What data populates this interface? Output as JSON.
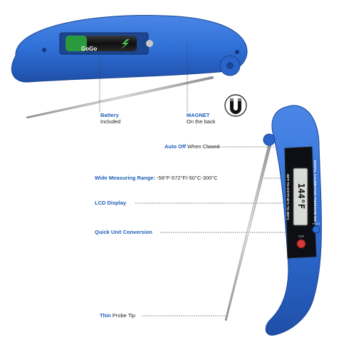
{
  "labels": {
    "battery": {
      "highlight": "Battery",
      "rest": "Included"
    },
    "magnet": {
      "highlight": "MAGNET",
      "rest": "On the back"
    },
    "auto_off": {
      "highlight": "Auto Off",
      "rest": "When Closed"
    },
    "range": {
      "highlight": "Wide  Measuring Range:",
      "rest": "-58°F-572°F/-50°C-300°C"
    },
    "lcd": {
      "highlight": "LCD Display"
    },
    "unit": {
      "highlight": "Quick Unit Conversion"
    },
    "probe": {
      "highlight": "Thin",
      "rest": "Probe Tip"
    }
  },
  "device": {
    "side_text": "DIGITAL CALIBRATION THERMOMETER",
    "range_text": "-58°F TO 572°F/-50°C TO 300°C",
    "display_reading": "144",
    "display_unit": "°F",
    "button_label": "°C/°F",
    "hold_label": "HOLD"
  },
  "battery_brand": "GoGo",
  "colors": {
    "body": "#2f6fd6",
    "body_dark": "#1f4fa8",
    "highlight": "#1d5fb8",
    "lcd": "#d9dcd6",
    "probe": "#a9acb0"
  }
}
